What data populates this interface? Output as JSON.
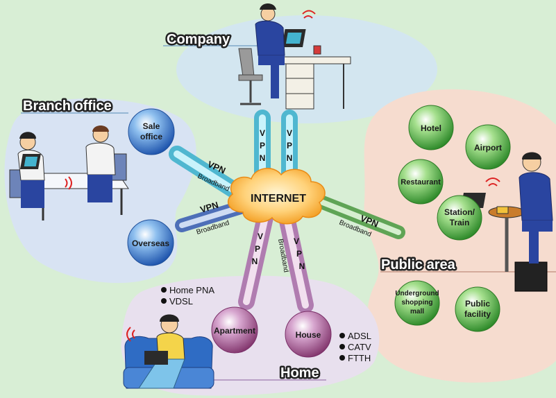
{
  "center": {
    "label": "INTERNET"
  },
  "sections": {
    "company": "Company",
    "branch_office": "Branch office",
    "public_area": "Public area",
    "home": "Home"
  },
  "branch_nodes": [
    {
      "line1": "Sale",
      "line2": "office"
    },
    {
      "line1": "Overseas",
      "line2": ""
    }
  ],
  "public_nodes": [
    {
      "line1": "Hotel",
      "line2": "",
      "line3": ""
    },
    {
      "line1": "Airport",
      "line2": "",
      "line3": ""
    },
    {
      "line1": "Restaurant",
      "line2": "",
      "line3": ""
    },
    {
      "line1": "Station/",
      "line2": "Train",
      "line3": ""
    },
    {
      "line1": "Underground",
      "line2": "shopping",
      "line3": "mall"
    },
    {
      "line1": "Public",
      "line2": "facility",
      "line3": ""
    }
  ],
  "home_nodes": [
    {
      "line1": "Apartment"
    },
    {
      "line1": "House"
    }
  ],
  "links": {
    "vpn": "VPN",
    "v": "V",
    "p": "P",
    "n": "N",
    "broadband": "Broadband"
  },
  "home_lists": {
    "apartment": [
      "Home PNA",
      "VDSL"
    ],
    "house": [
      "ADSL",
      "CATV",
      "FTTH"
    ]
  },
  "colors": {
    "background": "#d8eed5",
    "company_blob": "#d3e6f0",
    "branch_blob": "#d8e3f3",
    "public_blob": "#f6dccf",
    "home_blob": "#e8e0ee",
    "blue_node": "#2f6cc4",
    "green_node": "#41a83a",
    "purple_node": "#9c4f8c",
    "pipe_cyan": "#6ccbdf",
    "pipe_blue": "#6d89c9",
    "pipe_green": "#74b86a",
    "pipe_purple": "#c497c4",
    "internet_cloud": "#f7a72b"
  }
}
